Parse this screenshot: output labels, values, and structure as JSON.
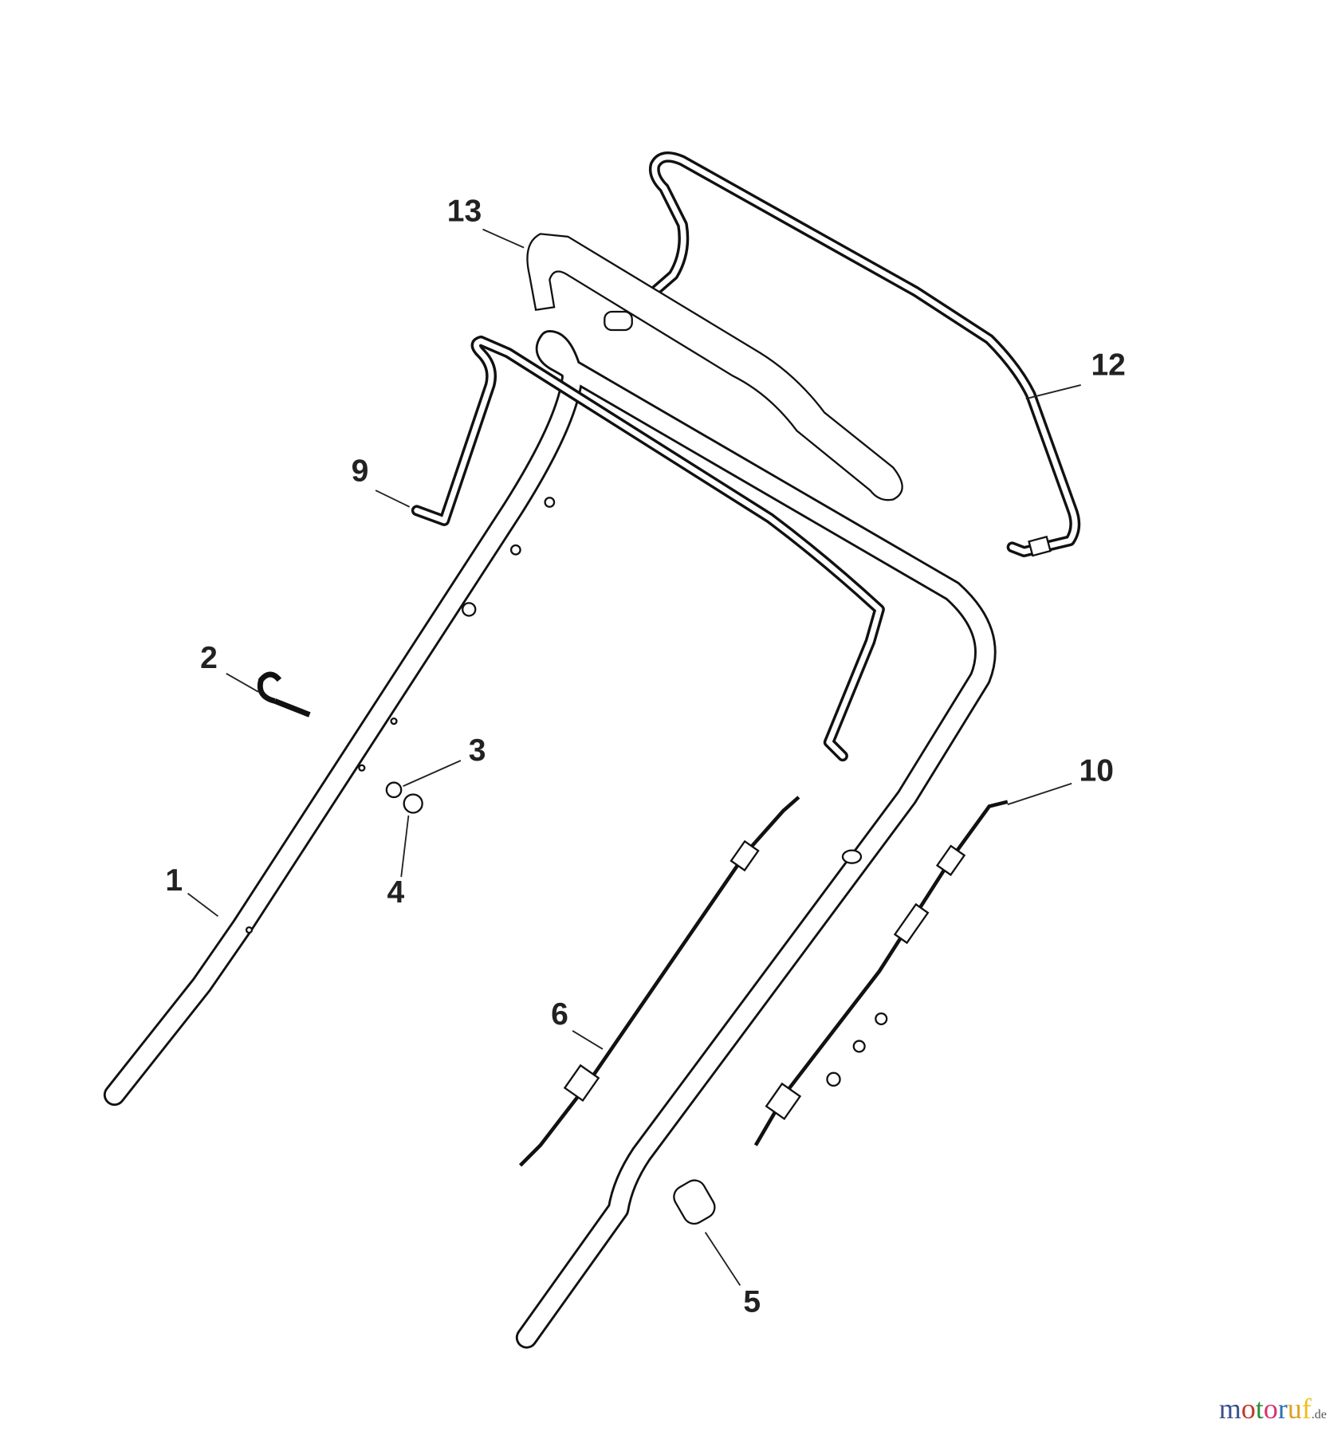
{
  "diagram": {
    "callouts": [
      "1",
      "2",
      "3",
      "4",
      "5",
      "6",
      "9",
      "10",
      "12",
      "13"
    ]
  },
  "watermark": {
    "text": "motoruf",
    "suffix": ".de",
    "colors": [
      "#3b4f8f",
      "#c0392b",
      "#2e8b3a",
      "#d6336c",
      "#2e6fb5",
      "#e0a020",
      "#f0c020"
    ]
  }
}
